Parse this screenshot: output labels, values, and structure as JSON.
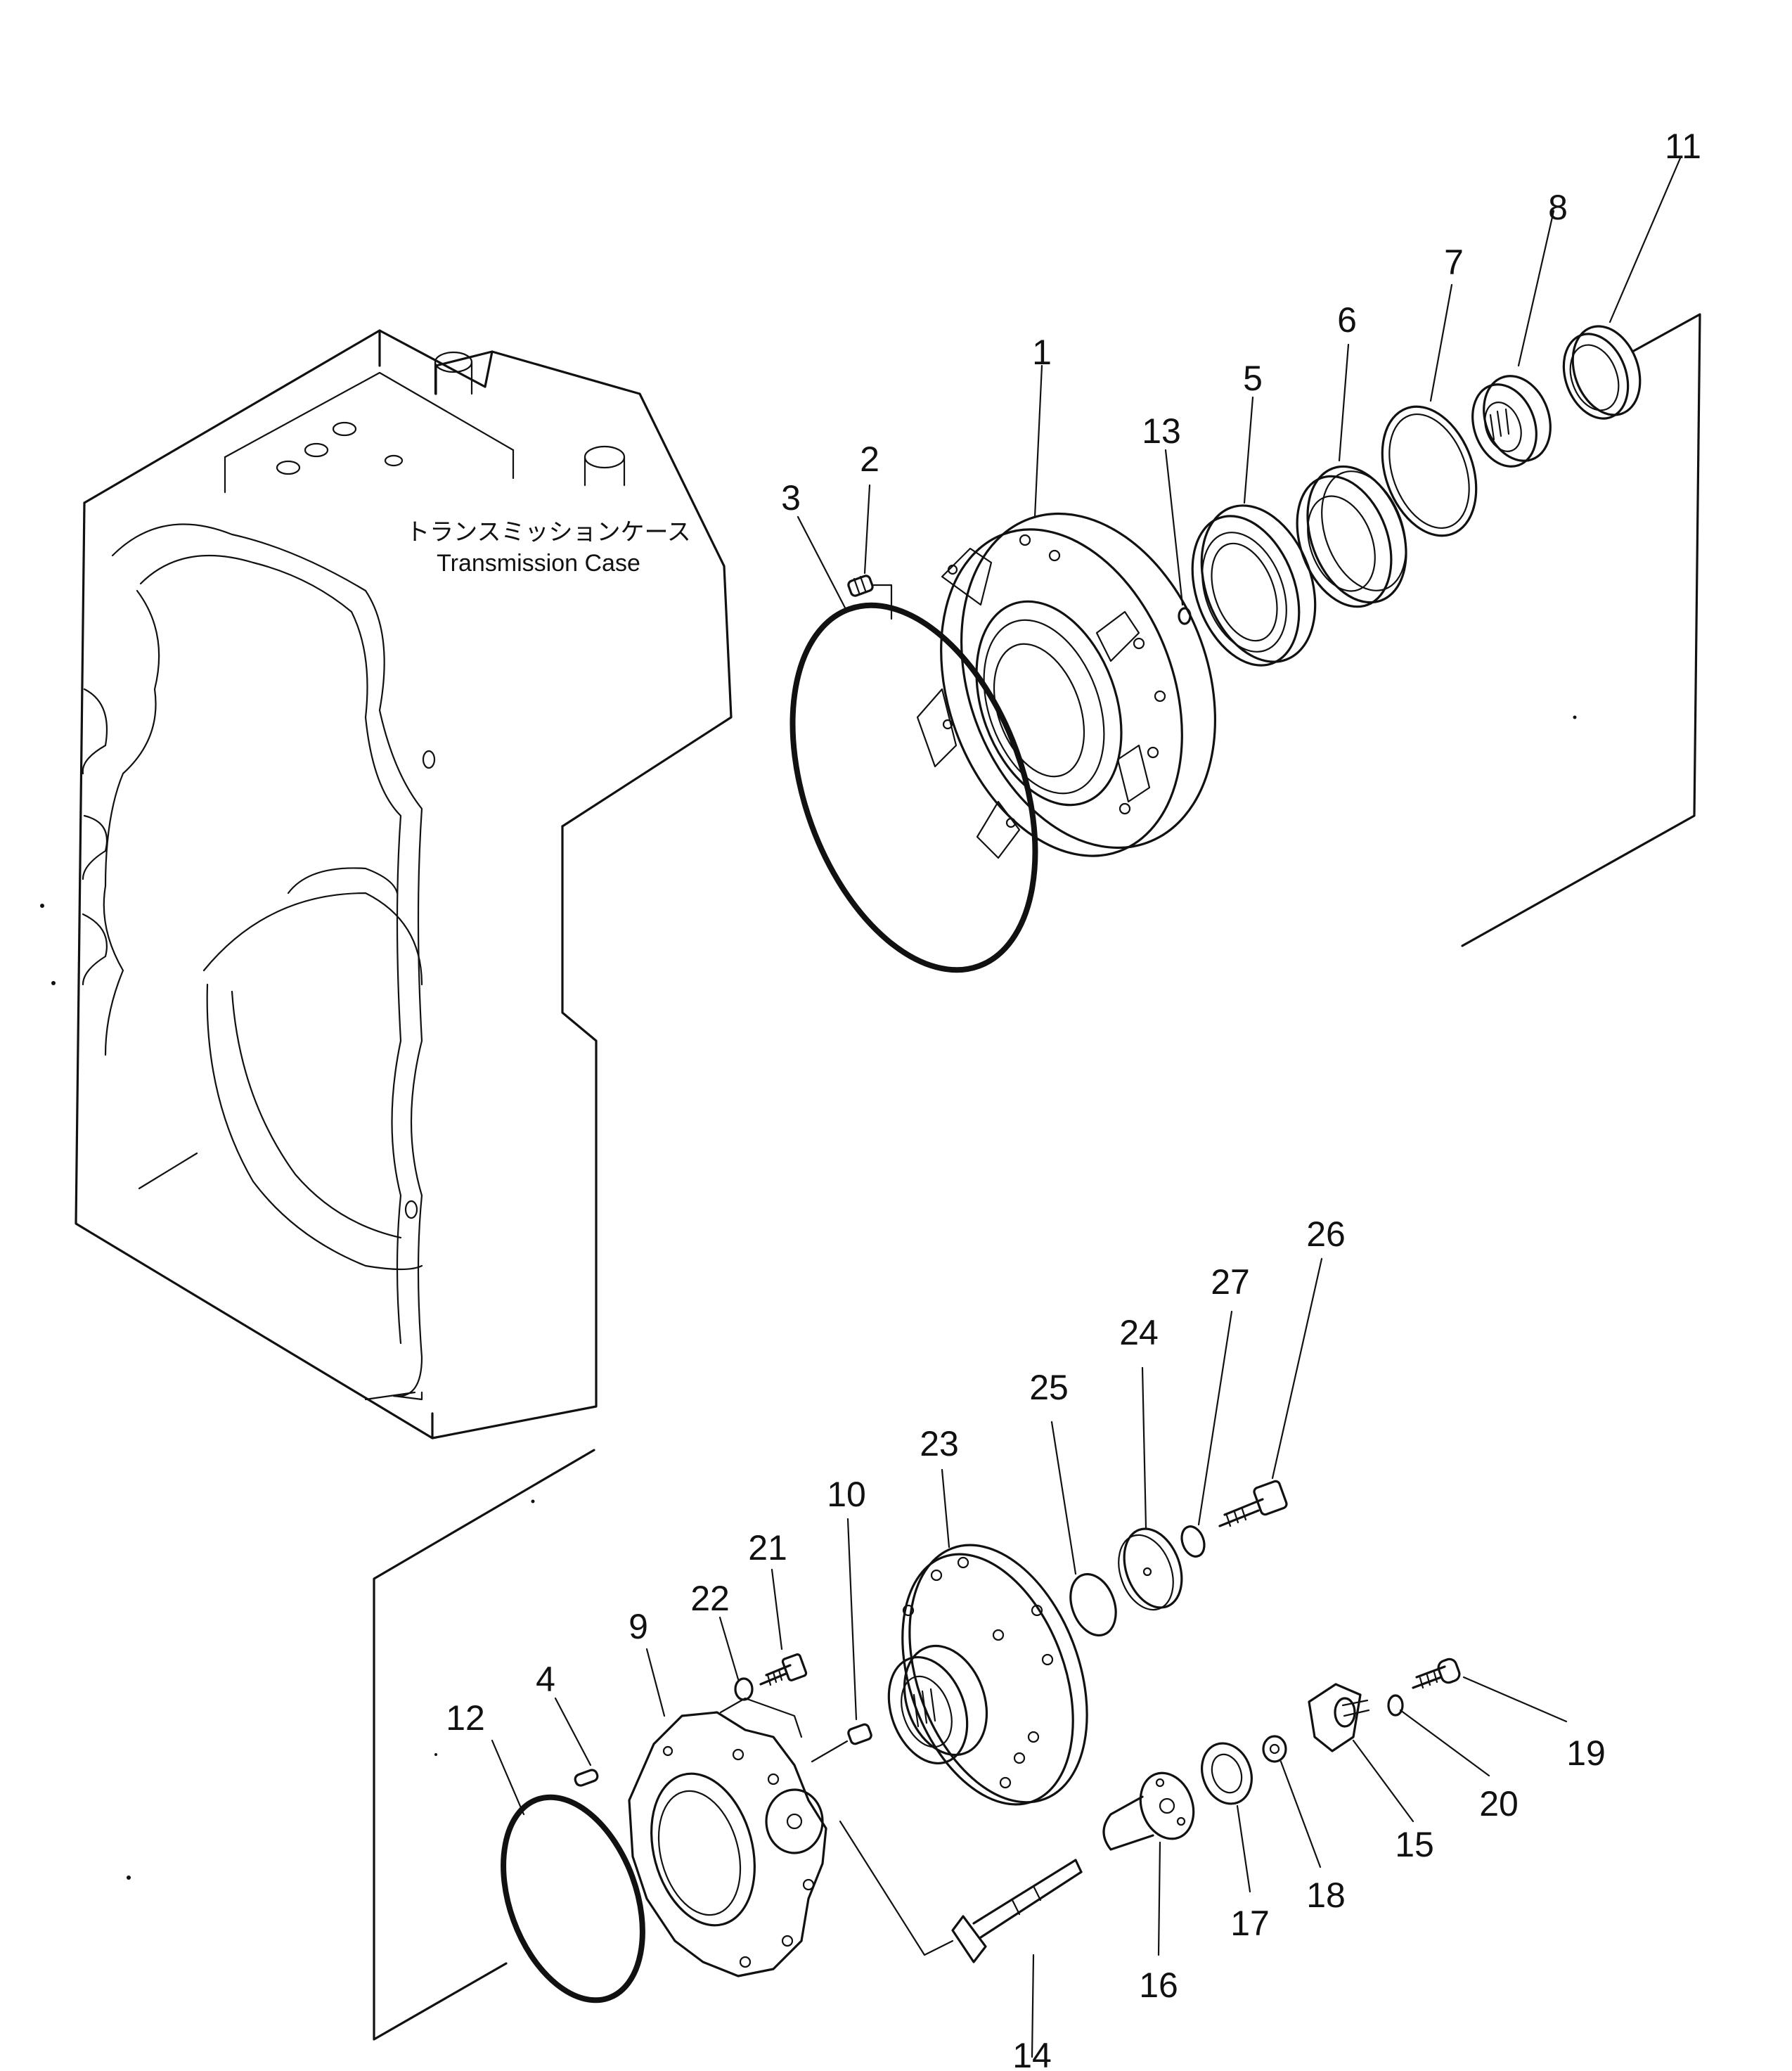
{
  "case_label": {
    "japanese": "トランスミッションケース",
    "english": "Transmission Case"
  },
  "callouts": [
    "1",
    "2",
    "3",
    "4",
    "5",
    "6",
    "7",
    "8",
    "9",
    "10",
    "11",
    "12",
    "13",
    "14",
    "15",
    "16",
    "17",
    "18",
    "19",
    "20",
    "21",
    "22",
    "23",
    "24",
    "25",
    "26",
    "27"
  ]
}
